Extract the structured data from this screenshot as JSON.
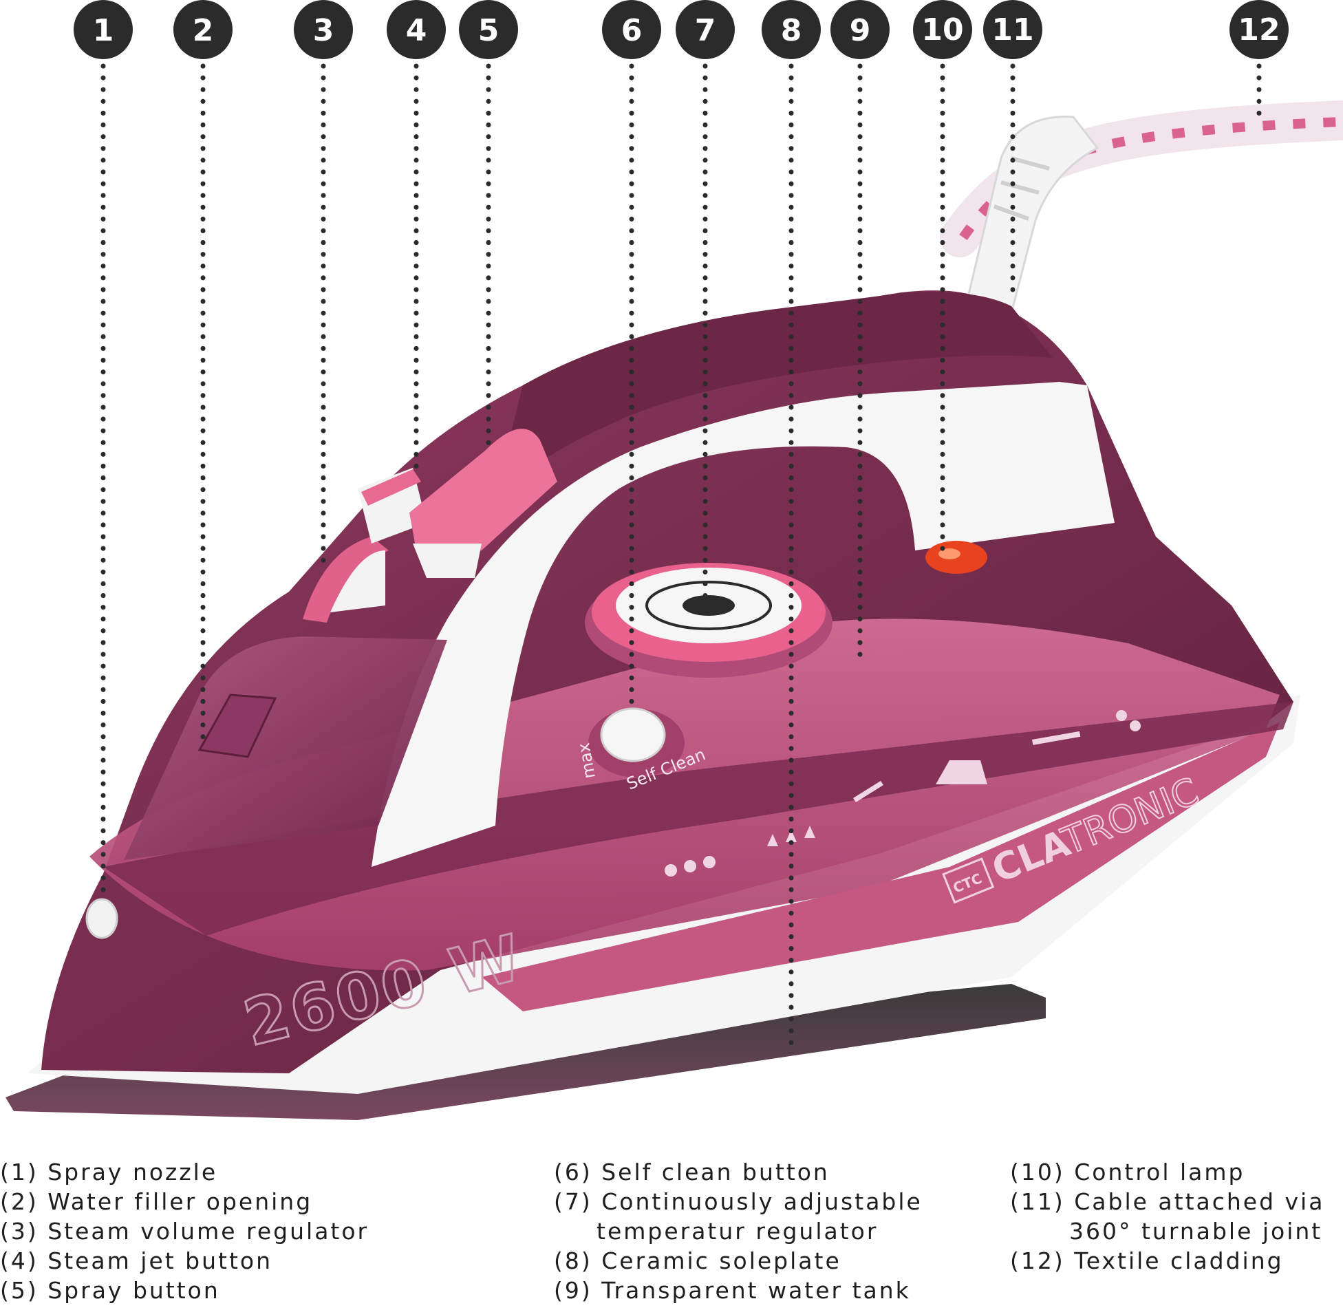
{
  "callouts": [
    {
      "n": "1"
    },
    {
      "n": "2"
    },
    {
      "n": "3"
    },
    {
      "n": "4"
    },
    {
      "n": "5"
    },
    {
      "n": "6"
    },
    {
      "n": "7"
    },
    {
      "n": "8"
    },
    {
      "n": "9"
    },
    {
      "n": "10"
    },
    {
      "n": "11"
    },
    {
      "n": "12"
    }
  ],
  "iron": {
    "wattage": "2600 W",
    "brand_prefix": "CTC",
    "brand_a": "CLA",
    "brand_b": "TRONIC",
    "max_label": "max",
    "self_clean_label": "Self Clean",
    "colors": {
      "body_dark": "#6b2846",
      "body_mid": "#8a3358",
      "accent_pink": "#e36a90",
      "tank_pink": "#c0567f",
      "handle_white": "#f6f6f6",
      "lamp_orange": "#e8421f"
    }
  },
  "legend": {
    "col1": [
      "(1) Spray nozzle",
      "(2) Water filler opening",
      "(3) Steam volume regulator",
      "(4) Steam jet button",
      "(5) Spray button"
    ],
    "col2": [
      "(6) Self clean button",
      "(7) Continuously adjustable",
      "temperatur regulator",
      "(8) Ceramic soleplate",
      "(9) Transparent water tank"
    ],
    "col3": [
      "(10) Control lamp",
      "(11) Cable attached via",
      "360° turnable joint",
      "(12) Textile cladding"
    ]
  }
}
